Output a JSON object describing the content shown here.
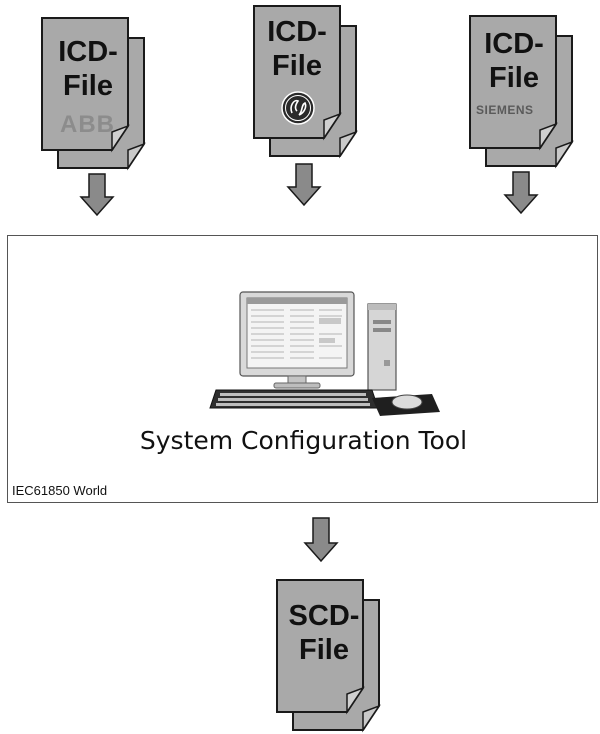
{
  "documents": {
    "abb": {
      "line1": "ICD-",
      "line2": "File",
      "logo": "ABB"
    },
    "ge": {
      "line1": "ICD-",
      "line2": "File",
      "logo": "ge-monogram-icon"
    },
    "siemens": {
      "line1": "ICD-",
      "line2": "File",
      "logo": "SIEMENS"
    },
    "scd": {
      "line1": "SCD-",
      "line2": "File"
    }
  },
  "tool": {
    "title": "System Configuration Tool",
    "footer": "IEC61850 World",
    "image": "computer-workstation-icon"
  },
  "colors": {
    "document_fill": "#a9a9a9",
    "document_stroke": "#1a1a1a",
    "arrow_fill": "#8a8a8a",
    "box_border": "#555555"
  }
}
